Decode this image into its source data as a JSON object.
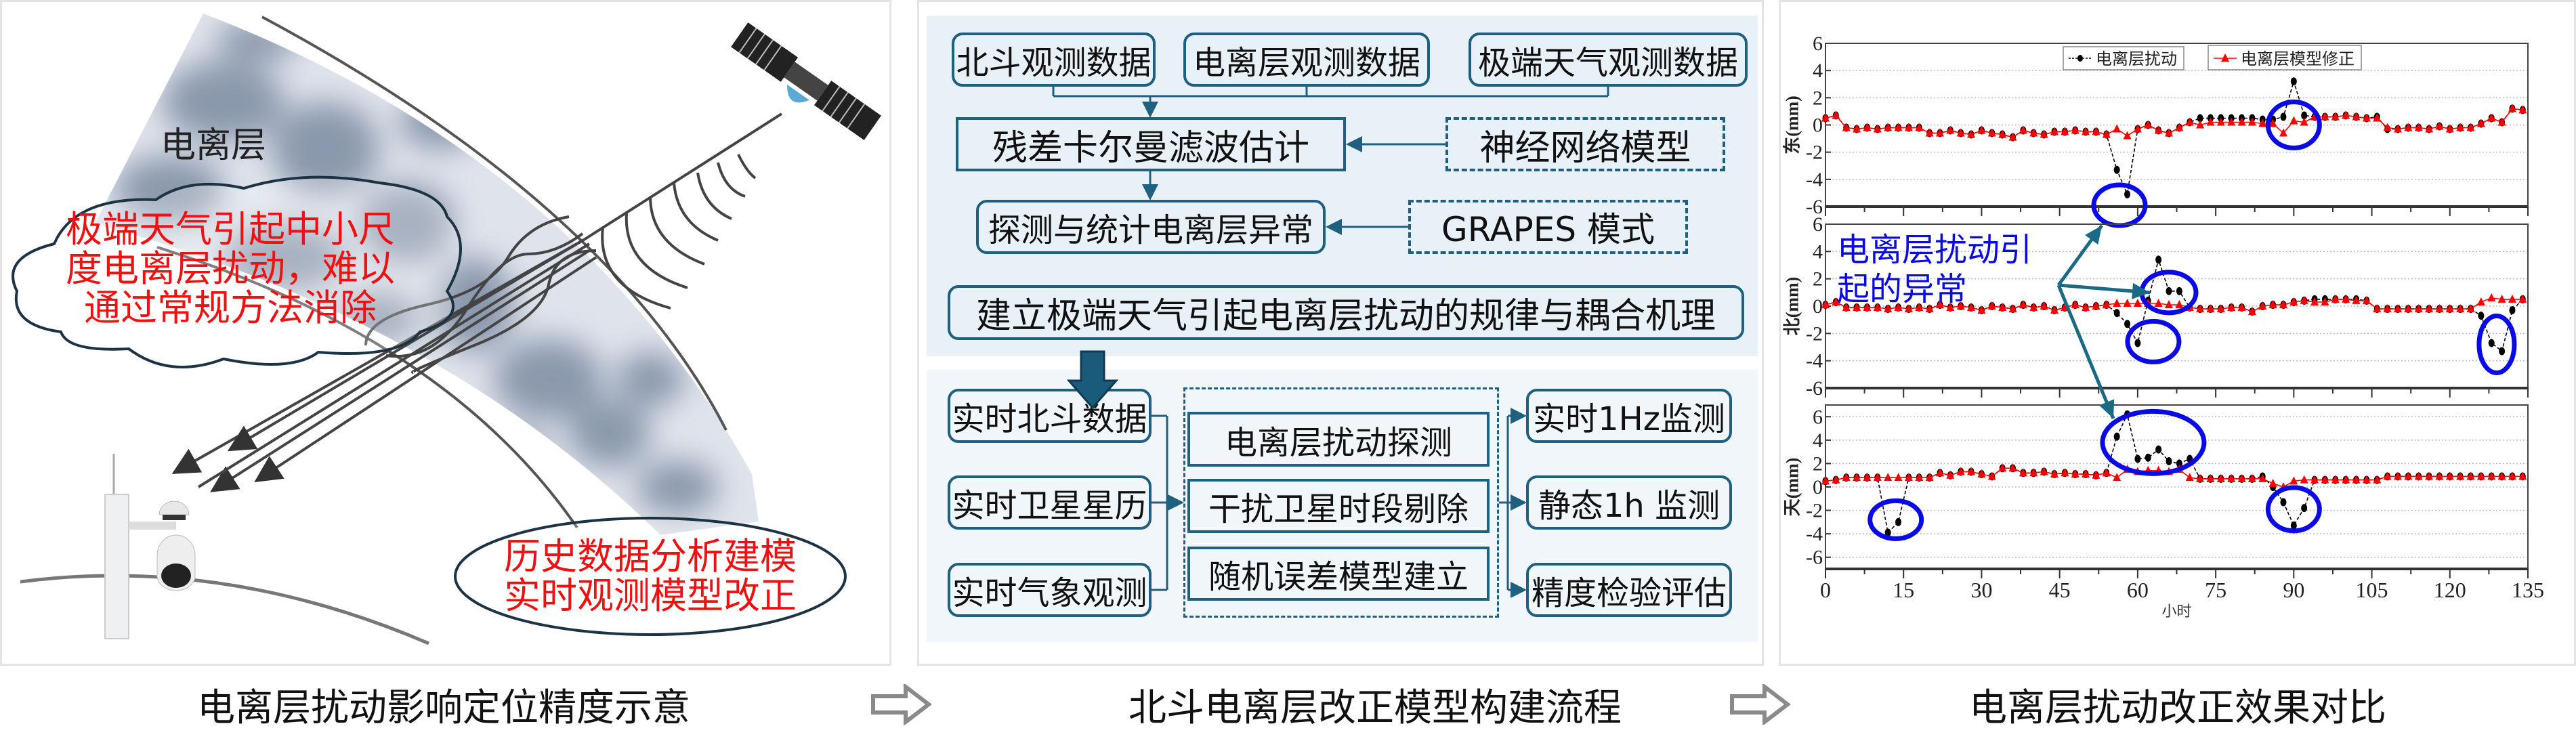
{
  "left_panel": {
    "ionosphere_label": "电离层",
    "cloud_text": [
      "极端天气引起中小尺",
      "度电离层扰动，难以",
      "通过常规方法消除"
    ],
    "ellipse_text": [
      "历史数据分析建模",
      "实时观测模型改正"
    ],
    "caption": "电离层扰动影响定位精度示意"
  },
  "middle_panel": {
    "inputs": [
      "北斗观测数据",
      "电离层观测数据",
      "极端天气观测数据"
    ],
    "kalman": "残差卡尔曼滤波估计",
    "neural": "神经网络模型",
    "detect": "探测与统计电离层异常",
    "grapes": "GRAPES 模式",
    "mechanism": "建立极端天气引起电离层扰动的规律与耦合机理",
    "realtime_inputs": [
      "实时北斗数据",
      "实时卫星星历",
      "实时气象观测"
    ],
    "processing": [
      "电离层扰动探测",
      "干扰卫星时段剔除",
      "随机误差模型建立"
    ],
    "outputs": [
      "实时1Hz监测",
      "静态1h 监测",
      "精度检验评估"
    ],
    "caption": "北斗电离层改正模型构建流程"
  },
  "right_panel": {
    "annotation": [
      "电离层扰动引",
      "起的异常"
    ],
    "caption": "电离层扰动改正效果对比"
  },
  "colors": {
    "flow_border": "#1f5f80",
    "region_top": "#e8f1f8",
    "region_bottom": "#f1f6fb",
    "disturbance": "#000000",
    "corrected": "#ff0000",
    "highlight": "#0a0ae6",
    "annotation_arrow": "#1a6a85"
  },
  "chart_data": {
    "type": "line",
    "xlabel": "小时",
    "xlim": [
      0,
      135
    ],
    "xticks": [
      0,
      15,
      30,
      45,
      60,
      75,
      90,
      105,
      120,
      135
    ],
    "x": [
      0,
      2,
      4,
      6,
      8,
      10,
      12,
      14,
      16,
      18,
      20,
      22,
      24,
      26,
      28,
      30,
      32,
      34,
      36,
      38,
      40,
      42,
      44,
      46,
      48,
      50,
      52,
      54,
      56,
      58,
      60,
      62,
      64,
      66,
      68,
      70,
      72,
      74,
      76,
      78,
      80,
      82,
      84,
      86,
      88,
      90,
      92,
      94,
      96,
      98,
      100,
      102,
      104,
      106,
      108,
      110,
      112,
      114,
      116,
      118,
      120,
      122,
      124,
      126,
      128,
      130,
      132,
      134
    ],
    "legend": [
      "电离层扰动",
      "电离层模型修正"
    ],
    "legend_position": "top-center",
    "grid": true,
    "panels": [
      {
        "ylabel": "东(mm)",
        "ylim": [
          -6,
          6
        ],
        "yticks": [
          -6,
          -4,
          -2,
          0,
          2,
          4,
          6
        ],
        "series": [
          {
            "name": "电离层扰动",
            "values": [
              0.5,
              0.7,
              -0.2,
              -0.3,
              -0.2,
              -0.3,
              -0.2,
              -0.2,
              -0.2,
              -0.2,
              -0.6,
              -0.6,
              -0.4,
              -0.6,
              -0.7,
              -0.4,
              -0.6,
              -0.7,
              -0.9,
              -0.4,
              -0.6,
              -0.7,
              -0.5,
              -0.5,
              -0.4,
              -0.5,
              -0.5,
              -0.7,
              -3.3,
              -5.1,
              -0.3,
              0.0,
              -0.4,
              -0.6,
              -0.2,
              0.2,
              0.5,
              0.5,
              0.5,
              0.5,
              0.5,
              0.5,
              0.4,
              0.4,
              0.6,
              3.2,
              0.7,
              0.6,
              0.6,
              0.6,
              0.7,
              0.6,
              0.5,
              0.6,
              -0.3,
              -0.3,
              -0.2,
              -0.2,
              -0.3,
              -0.1,
              -0.3,
              -0.2,
              -0.2,
              0.1,
              0.5,
              0.2,
              1.2,
              1.1
            ]
          },
          {
            "name": "电离层模型修正",
            "values": [
              0.5,
              0.7,
              -0.2,
              -0.3,
              -0.2,
              -0.3,
              -0.2,
              -0.2,
              -0.2,
              -0.2,
              -0.6,
              -0.6,
              -0.4,
              -0.6,
              -0.7,
              -0.4,
              -0.6,
              -0.7,
              -0.9,
              -0.4,
              -0.6,
              -0.7,
              -0.5,
              -0.5,
              -0.4,
              -0.5,
              -0.5,
              -0.7,
              -0.3,
              -0.8,
              -0.3,
              0.0,
              -0.4,
              -0.6,
              -0.2,
              0.2,
              0.0,
              0.2,
              0.2,
              0.2,
              0.2,
              0.2,
              0.1,
              0.1,
              -0.6,
              0.3,
              0.2,
              0.6,
              0.6,
              0.6,
              0.7,
              0.6,
              0.5,
              0.5,
              -0.2,
              -0.3,
              -0.2,
              -0.2,
              -0.3,
              -0.1,
              -0.3,
              -0.2,
              -0.2,
              0.1,
              0.5,
              0.2,
              1.2,
              1.1
            ]
          }
        ],
        "highlights": [
          {
            "x": 56.5,
            "y": -5.9
          },
          {
            "x": 90,
            "y": 0.0
          }
        ]
      },
      {
        "ylabel": "北(mm)",
        "ylim": [
          -6,
          6
        ],
        "yticks": [
          -6,
          -4,
          -2,
          0,
          2,
          4,
          6
        ],
        "series": [
          {
            "name": "电离层扰动",
            "values": [
              0.1,
              0.3,
              -0.1,
              -0.1,
              -0.1,
              -0.1,
              -0.2,
              -0.1,
              -0.2,
              -0.1,
              -0.2,
              0.1,
              -0.1,
              0.0,
              -0.1,
              -0.3,
              0.0,
              -0.1,
              -0.2,
              0.1,
              -0.1,
              0.0,
              -0.3,
              -0.1,
              0.1,
              -0.1,
              0.0,
              0.1,
              -0.5,
              -1.3,
              -2.7,
              0.4,
              3.4,
              1.1,
              1.1,
              -0.1,
              -0.2,
              -0.2,
              -0.2,
              -0.1,
              -0.1,
              -0.4,
              0.0,
              0.1,
              0.1,
              0.3,
              0.4,
              0.5,
              0.5,
              0.5,
              0.5,
              0.5,
              0.4,
              -0.2,
              -0.2,
              -0.2,
              -0.2,
              -0.2,
              -0.2,
              -0.2,
              -0.2,
              -0.2,
              -0.2,
              -0.7,
              -2.7,
              -3.3,
              -0.3,
              0.5
            ]
          },
          {
            "name": "电离层模型修正",
            "values": [
              0.1,
              0.3,
              -0.1,
              -0.1,
              -0.1,
              -0.1,
              -0.2,
              -0.1,
              -0.2,
              -0.1,
              -0.2,
              0.1,
              -0.1,
              0.0,
              -0.1,
              -0.3,
              0.0,
              -0.1,
              -0.2,
              0.1,
              -0.1,
              0.0,
              -0.3,
              -0.1,
              0.1,
              -0.1,
              0.0,
              0.1,
              0.2,
              0.2,
              0.2,
              0.2,
              0.2,
              0.1,
              0.1,
              -0.1,
              -0.2,
              -0.2,
              -0.2,
              -0.1,
              -0.1,
              -0.4,
              0.0,
              0.1,
              0.1,
              0.3,
              0.4,
              0.3,
              0.3,
              0.5,
              0.5,
              0.4,
              0.4,
              -0.2,
              -0.2,
              -0.2,
              -0.2,
              -0.2,
              -0.2,
              -0.2,
              -0.2,
              -0.2,
              -0.2,
              0.3,
              0.6,
              0.5,
              0.5,
              0.5
            ]
          }
        ],
        "highlights": [
          {
            "x": 66,
            "y": 1.0
          },
          {
            "x": 63,
            "y": -2.6
          },
          {
            "x": 129,
            "y": -2.8
          }
        ]
      },
      {
        "ylabel": "天(mm)",
        "ylim": [
          -7,
          7
        ],
        "yticks": [
          -6,
          -4,
          -2,
          0,
          2,
          4,
          6
        ],
        "series": [
          {
            "name": "电离层扰动",
            "values": [
              0.5,
              0.6,
              0.8,
              0.8,
              0.8,
              0.8,
              -3.9,
              -3.0,
              0.8,
              0.8,
              0.8,
              1.2,
              1.0,
              1.3,
              1.3,
              1.1,
              0.9,
              1.6,
              1.6,
              1.2,
              1.2,
              1.3,
              1.1,
              1.2,
              1.1,
              1.1,
              1.0,
              1.2,
              4.3,
              6.2,
              2.4,
              2.5,
              3.2,
              2.2,
              2.0,
              2.4,
              0.7,
              0.7,
              0.7,
              0.7,
              0.7,
              0.7,
              0.9,
              0.0,
              -1.3,
              -3.3,
              -1.8,
              0.6,
              0.6,
              0.6,
              0.6,
              0.6,
              0.6,
              0.6,
              0.9,
              0.9,
              0.9,
              0.9,
              0.9,
              0.9,
              0.9,
              0.9,
              0.9,
              0.9,
              0.9,
              0.9,
              0.9,
              0.9
            ]
          },
          {
            "name": "电离层模型修正",
            "values": [
              0.5,
              0.6,
              0.8,
              0.8,
              0.8,
              0.8,
              0.8,
              0.8,
              0.8,
              0.8,
              0.8,
              1.2,
              1.0,
              1.3,
              1.3,
              1.1,
              0.9,
              1.6,
              1.6,
              1.2,
              1.2,
              1.3,
              1.1,
              1.2,
              1.1,
              1.1,
              1.0,
              1.2,
              0.8,
              1.5,
              1.3,
              1.4,
              1.4,
              1.3,
              1.5,
              0.8,
              0.7,
              0.7,
              0.7,
              0.7,
              0.7,
              0.7,
              0.7,
              0.3,
              0.0,
              0.5,
              0.6,
              0.6,
              0.6,
              0.6,
              0.6,
              0.6,
              0.6,
              0.6,
              0.9,
              0.9,
              0.9,
              0.9,
              0.9,
              0.9,
              0.9,
              0.9,
              0.9,
              0.9,
              0.9,
              0.9,
              0.9,
              0.9
            ]
          }
        ],
        "highlights": [
          {
            "x": 13.5,
            "y": -2.8
          },
          {
            "x": 63,
            "y": 3.8
          },
          {
            "x": 90,
            "y": -1.9
          }
        ]
      }
    ]
  }
}
